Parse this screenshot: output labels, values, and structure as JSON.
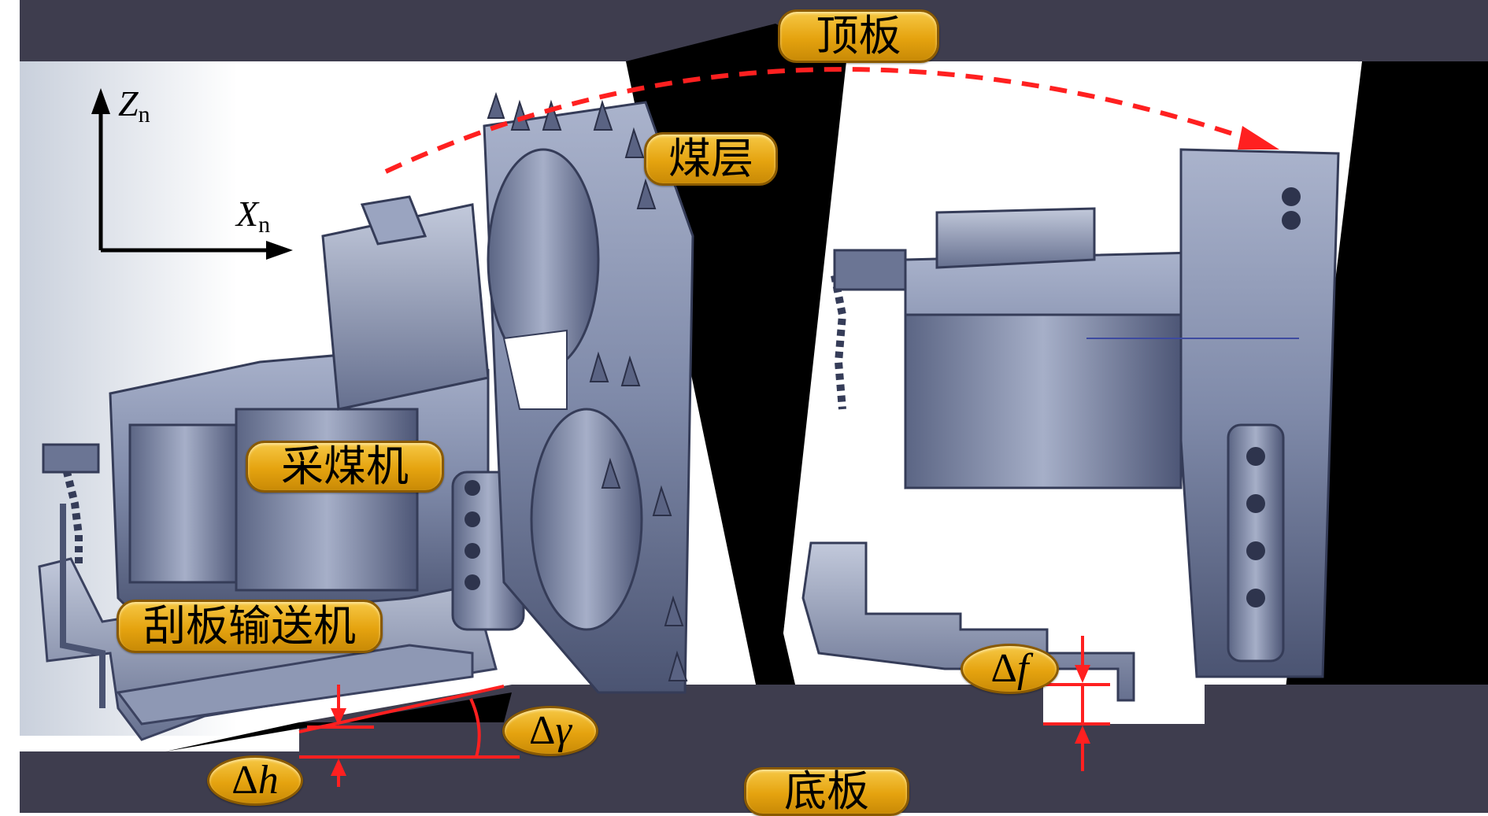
{
  "labels": {
    "roof": "顶板",
    "coal_seam": "煤层",
    "shearer": "采煤机",
    "conveyor": "刮板输送机",
    "floor": "底板"
  },
  "symbols": {
    "delta_f": {
      "delta": "Δ",
      "var": "f"
    },
    "delta_gamma": {
      "delta": "Δ",
      "var": "γ"
    },
    "delta_h": {
      "delta": "Δ",
      "var": "h"
    }
  },
  "axes": {
    "z": {
      "letter": "Z",
      "sub": "n"
    },
    "x": {
      "letter": "X",
      "sub": "n"
    }
  },
  "colors": {
    "rock": "#3e3d4e",
    "coal": "#000000",
    "accent": "#ff2020",
    "label_fill": "#e9ab16",
    "label_border": "#8a5a00",
    "machine": "#7d88a8"
  },
  "icons": [
    "machine-shearer-left",
    "machine-shearer-right",
    "dashed-arc-arrow",
    "dimension-arrows"
  ]
}
